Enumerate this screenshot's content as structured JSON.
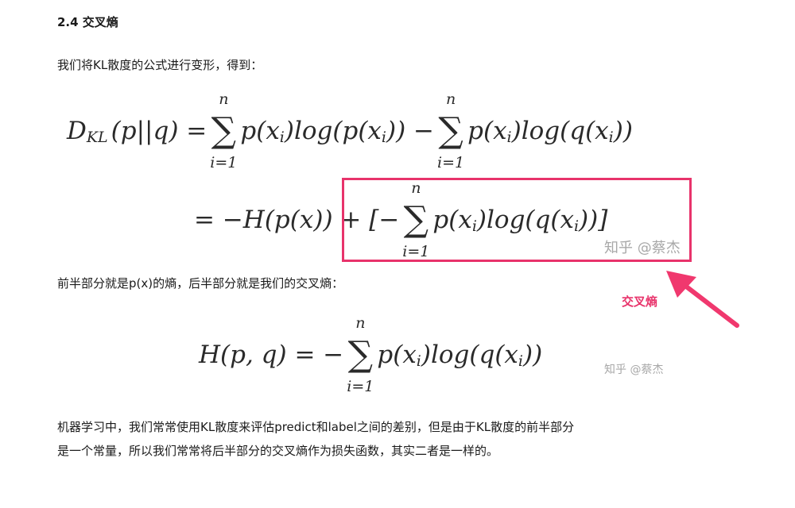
{
  "heading": "2.4 交叉熵",
  "para1": "我们将KL散度的公式进行变形，得到：",
  "formula1": {
    "lhs": "D",
    "lhs_sub": "KL",
    "lhs_args": "(p||q) =",
    "sum_top": "n",
    "sum_bottom": "i=1",
    "sigma": "∑",
    "term1": "p(x",
    "term1_sub": "i",
    "term1_end": ")log(p(x",
    "term1_sub2": "i",
    "term1_end2": ")) −",
    "term2": "p(x",
    "term2_sub": "i",
    "term2_end": ")log(q(x",
    "term2_sub2": "i",
    "term2_end2": "))"
  },
  "formula2": {
    "start": "= −H(p(x)) + [−",
    "term": "p(x",
    "sub": "i",
    "mid": ")log(q(x",
    "sub2": "i",
    "end": "))]"
  },
  "annotation": {
    "label": "交叉熵",
    "color": "#e8336b"
  },
  "watermark": "知乎 @蔡杰",
  "para2": "前半部分就是p(x)的熵，后半部分就是我们的交叉熵：",
  "formula3": {
    "start": "H(p, q) = −",
    "term": "p(x",
    "sub": "i",
    "mid": ")log(q(x",
    "sub2": "i",
    "end": "))"
  },
  "para3": [
    "机器学习中，我们常常使用KL散度来评估predict和label之间的差别，但是由于KL散度的前半部分",
    "是一个常量，所以我们常常将后半部分的交叉熵作为损失函数，其实二者是一样的。"
  ]
}
